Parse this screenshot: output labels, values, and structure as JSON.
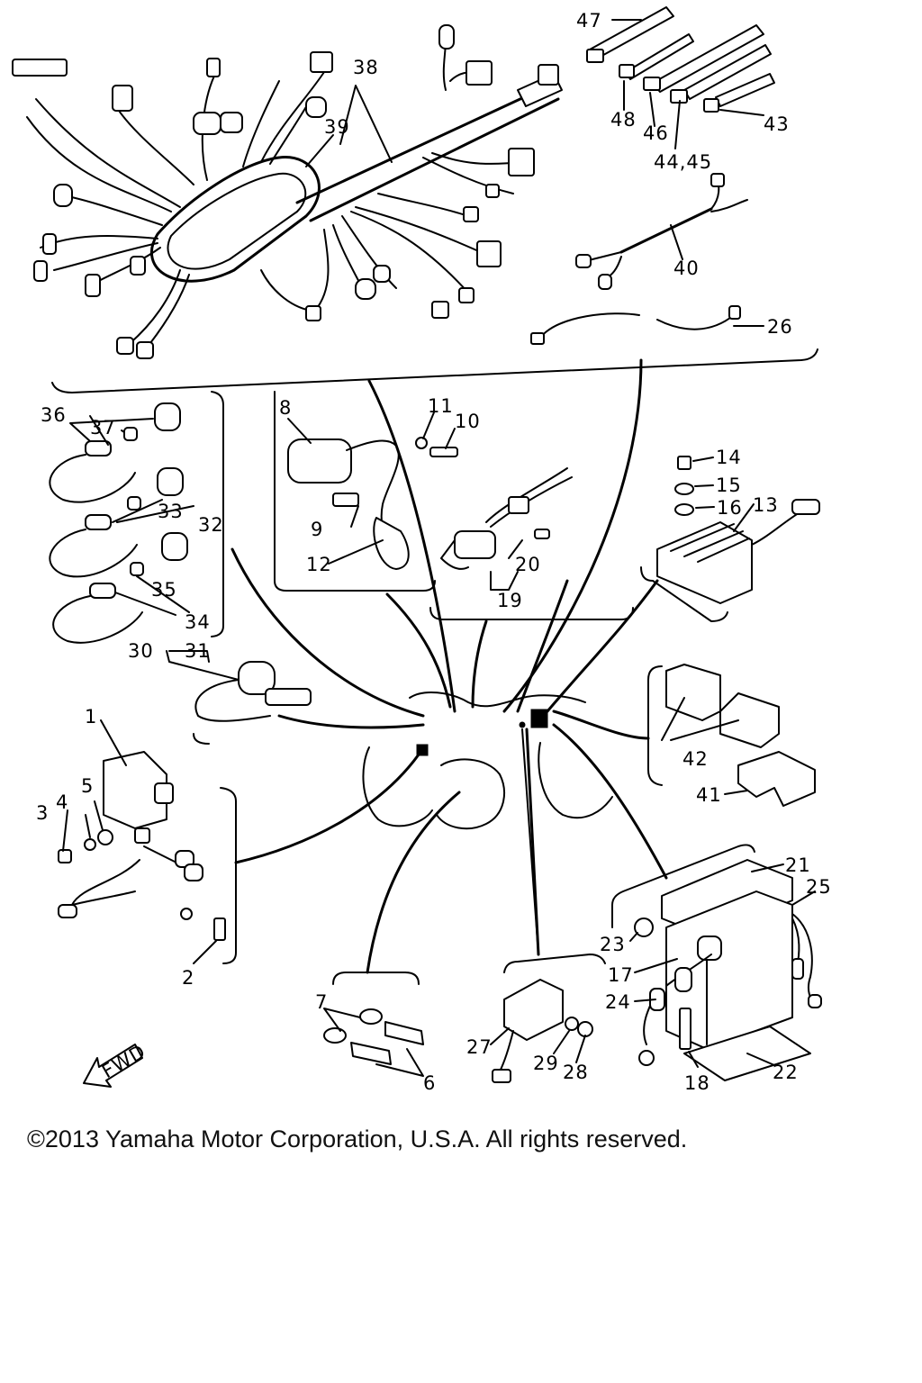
{
  "diagram": {
    "callouts": {
      "c1": "1",
      "c2": "2",
      "c3": "3",
      "c4": "4",
      "c5": "5",
      "c6": "6",
      "c7": "7",
      "c8": "8",
      "c9": "9",
      "c10": "10",
      "c11": "11",
      "c12": "12",
      "c13": "13",
      "c14": "14",
      "c15": "15",
      "c16": "16",
      "c17": "17",
      "c18": "18",
      "c19": "19",
      "c20": "20",
      "c21": "21",
      "c22": "22",
      "c23": "23",
      "c24": "24",
      "c25": "25",
      "c26": "26",
      "c27": "27",
      "c28": "28",
      "c29": "29",
      "c30": "30",
      "c31": "31",
      "c32": "32",
      "c33": "33",
      "c34": "34",
      "c35": "35",
      "c36": "36",
      "c37": "37",
      "c38": "38",
      "c39": "39",
      "c40": "40",
      "c41": "41",
      "c42": "42",
      "c43": "43",
      "c44_45": "44,45",
      "c46": "46",
      "c47": "47",
      "c48": "48"
    },
    "fwd_label": "FWD"
  },
  "footer": {
    "copyright": "©2013 Yamaha Motor Corporation, U.S.A. All rights reserved."
  }
}
